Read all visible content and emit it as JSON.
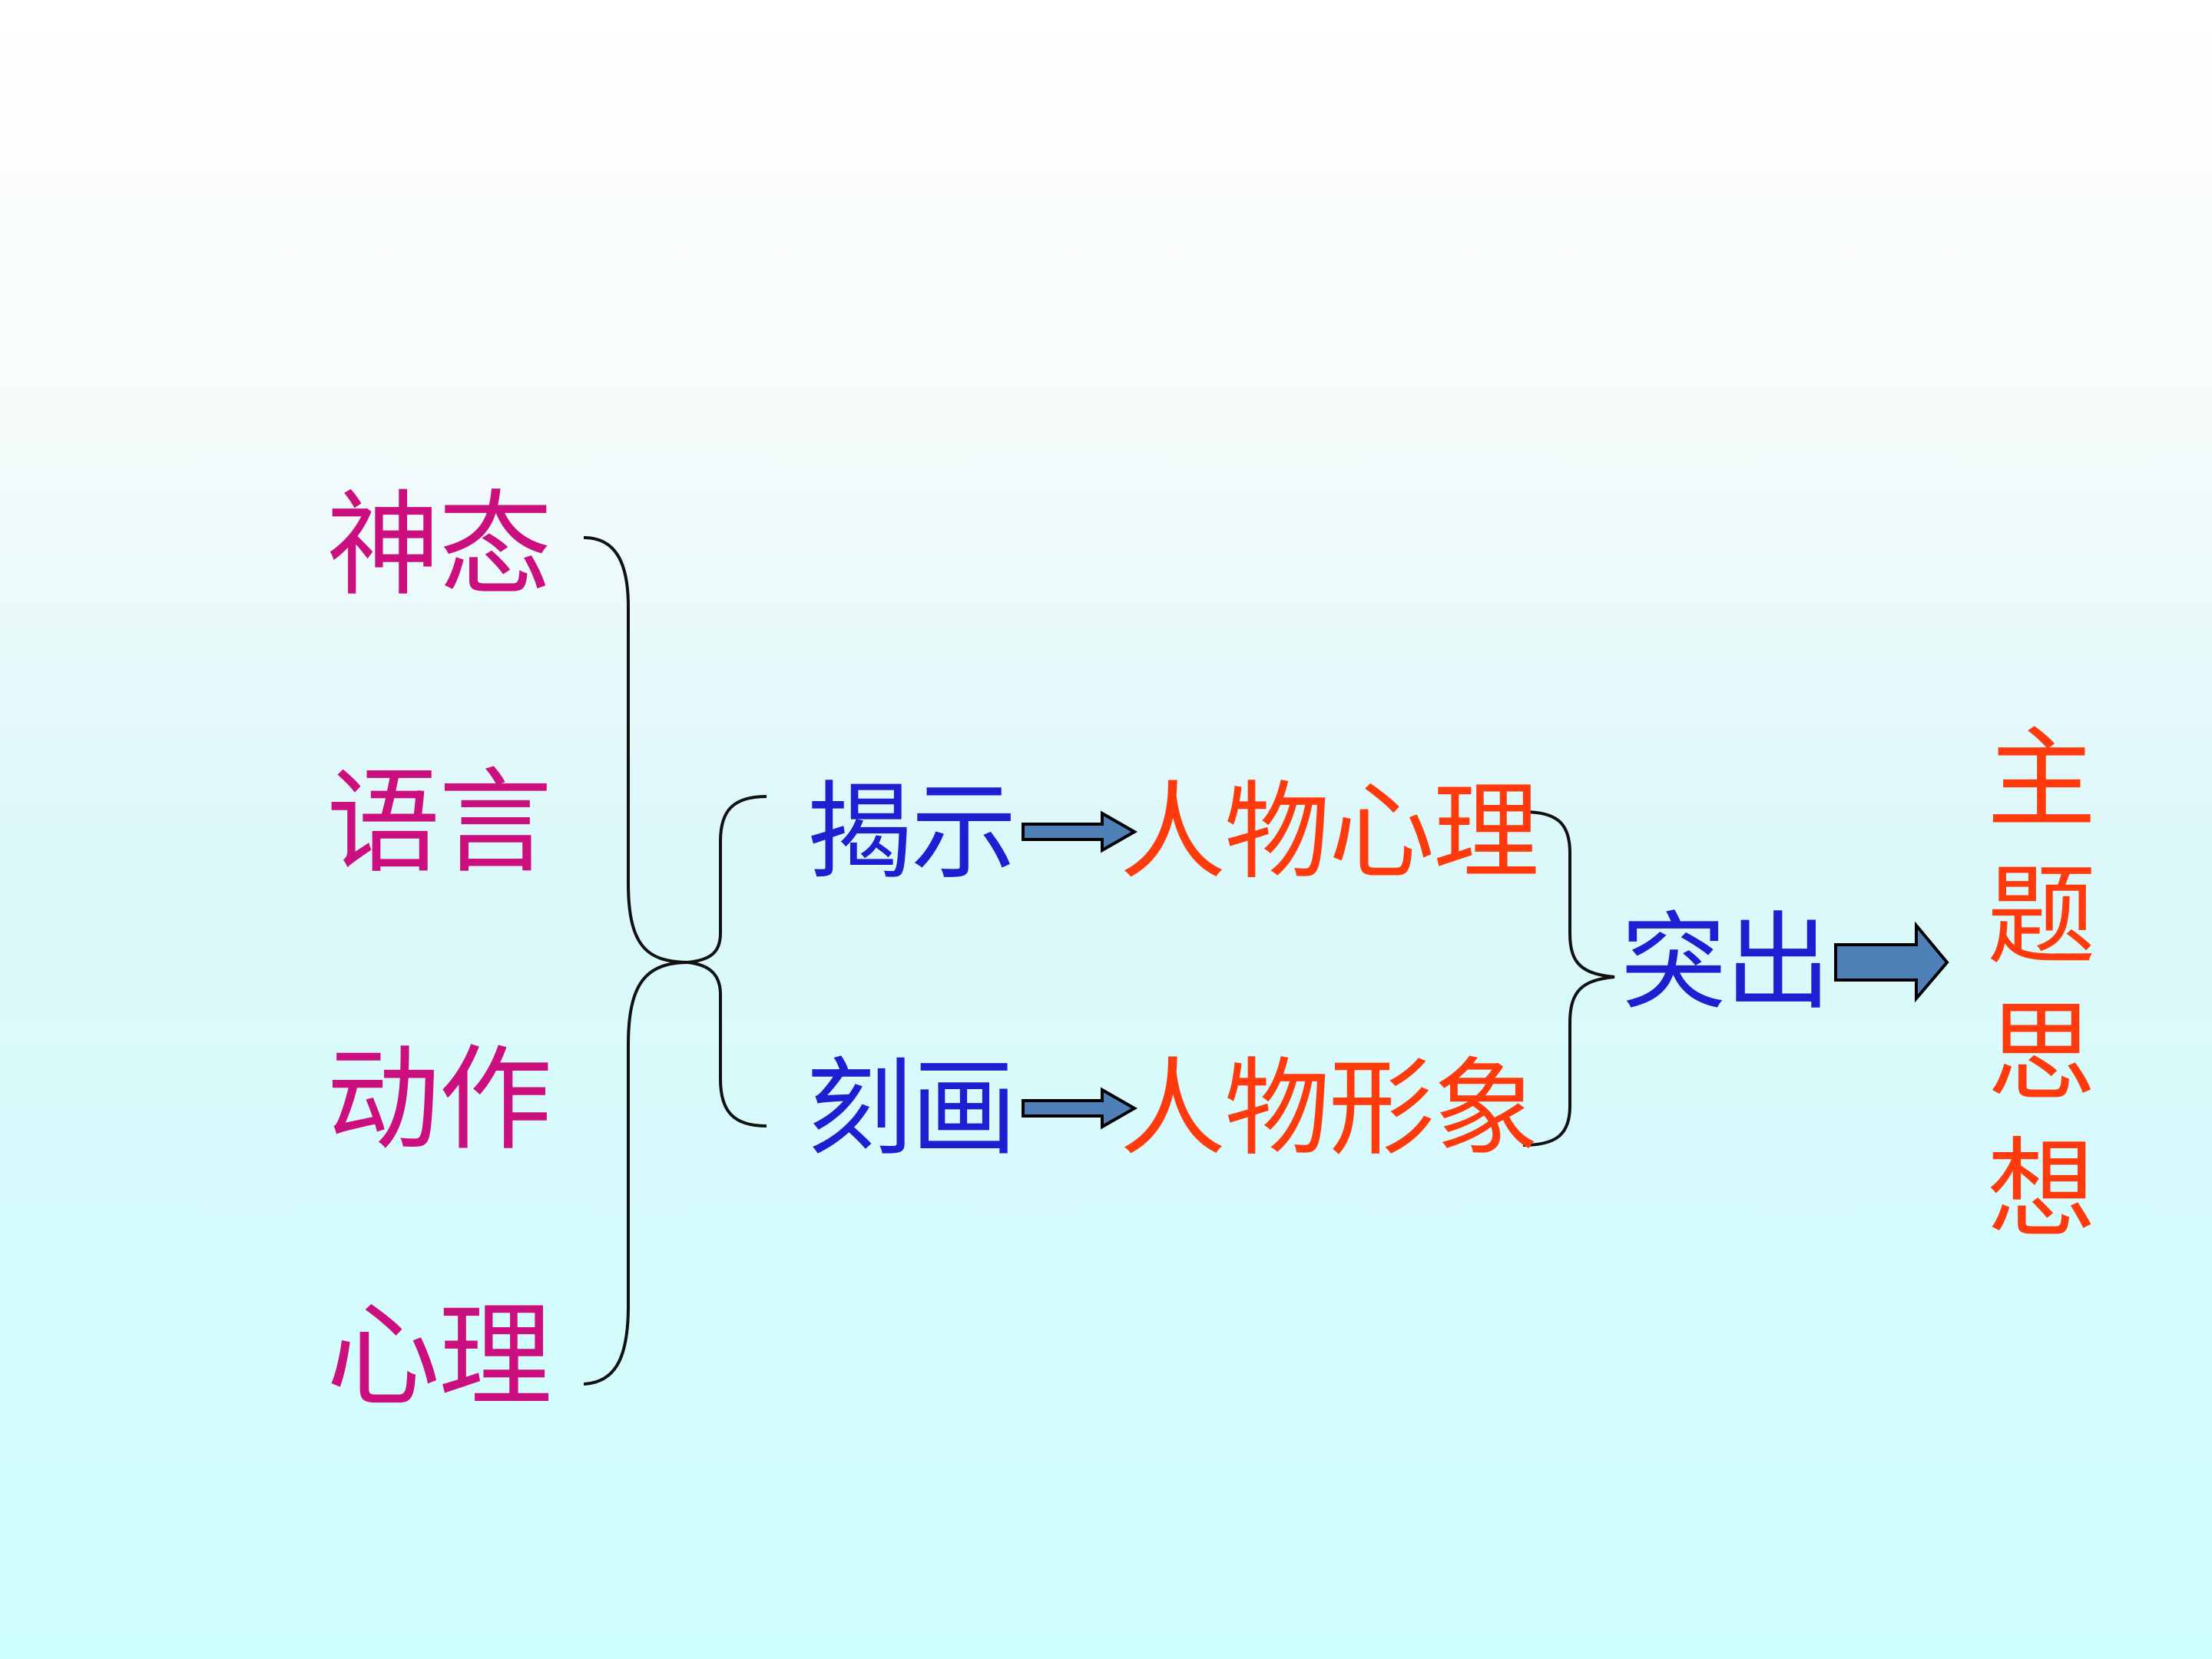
{
  "diagram": {
    "methods": [
      "神态",
      "语言",
      "动作",
      "心理"
    ],
    "reveal": {
      "verb": "揭示",
      "object": "人物心理"
    },
    "portray": {
      "verb": "刻画",
      "object": "人物形象"
    },
    "highlight": "突出",
    "theme": [
      "主",
      "题",
      "思",
      "想"
    ]
  },
  "colors": {
    "method_text": "#cc0f7e",
    "verb_text": "#1e1fd0",
    "result_text": "#ff3a0c",
    "arrow_fill": "#4f7fb7"
  }
}
